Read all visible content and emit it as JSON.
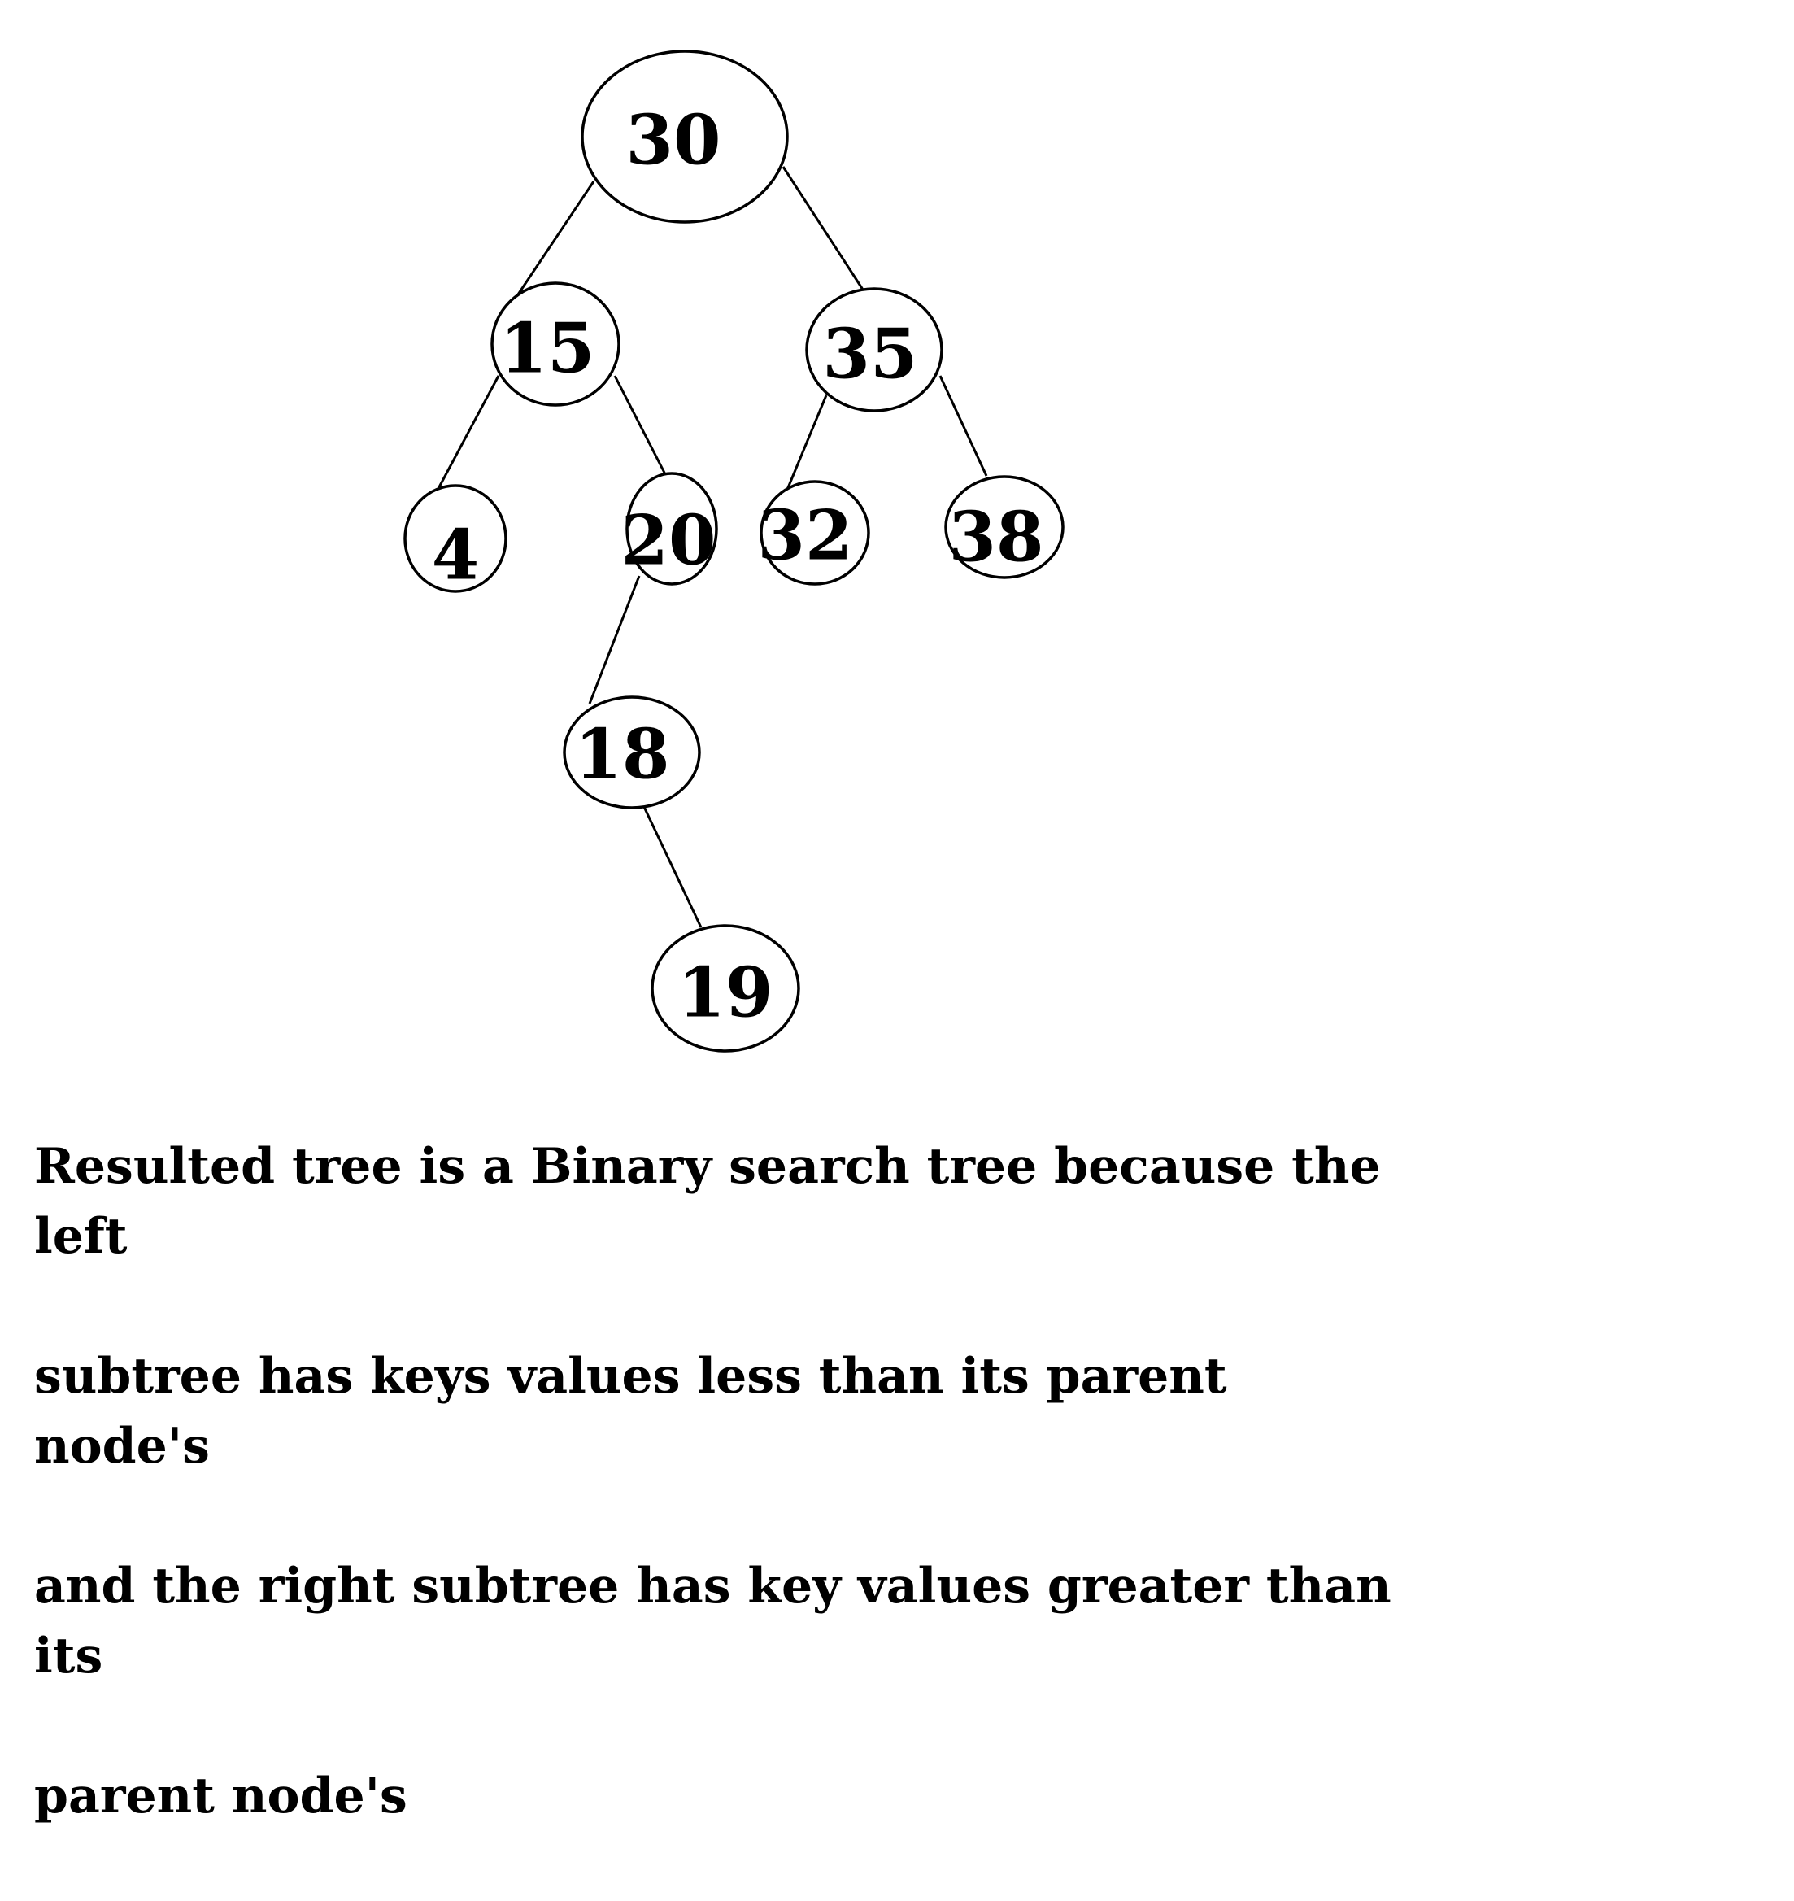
{
  "tree": {
    "nodes": [
      {
        "id": "n30",
        "value": "30"
      },
      {
        "id": "n15",
        "value": "15"
      },
      {
        "id": "n35",
        "value": "35"
      },
      {
        "id": "n4",
        "value": "4"
      },
      {
        "id": "n20",
        "value": "20"
      },
      {
        "id": "n32",
        "value": "32"
      },
      {
        "id": "n38",
        "value": "38"
      },
      {
        "id": "n18",
        "value": "18"
      },
      {
        "id": "n19",
        "value": "19"
      }
    ],
    "edges": [
      {
        "from": "n30",
        "to": "n15"
      },
      {
        "from": "n30",
        "to": "n35"
      },
      {
        "from": "n15",
        "to": "n4"
      },
      {
        "from": "n15",
        "to": "n20"
      },
      {
        "from": "n35",
        "to": "n32"
      },
      {
        "from": "n35",
        "to": "n38"
      },
      {
        "from": "n20",
        "to": "n18"
      },
      {
        "from": "n18",
        "to": "n19"
      }
    ]
  },
  "caption": {
    "lines": [
      "Resulted tree is a Binary search tree because the left",
      "subtree has keys values less than its parent node's",
      "and the right subtree has key values greater than its",
      "parent node's"
    ]
  }
}
